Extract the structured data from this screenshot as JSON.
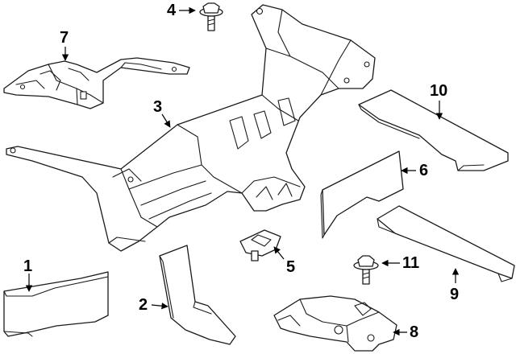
{
  "diagram": {
    "callouts": [
      {
        "id": "c1",
        "label": "1"
      },
      {
        "id": "c2",
        "label": "2"
      },
      {
        "id": "c3",
        "label": "3"
      },
      {
        "id": "c4",
        "label": "4"
      },
      {
        "id": "c5",
        "label": "5"
      },
      {
        "id": "c6",
        "label": "6"
      },
      {
        "id": "c7",
        "label": "7"
      },
      {
        "id": "c8",
        "label": "8"
      },
      {
        "id": "c9",
        "label": "9"
      },
      {
        "id": "c10",
        "label": "10"
      },
      {
        "id": "c11",
        "label": "11"
      }
    ],
    "colors": {
      "line": "#1a1a1a",
      "background": "#ffffff"
    }
  }
}
